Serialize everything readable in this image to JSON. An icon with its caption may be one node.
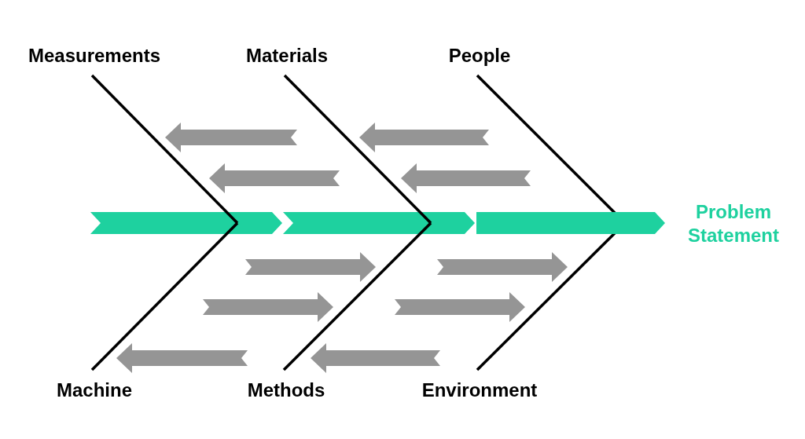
{
  "diagram": {
    "nodes": [
      {
        "text": [
          "Measurements"
        ]
      },
      {
        "text": [
          "Materials"
        ]
      },
      {
        "text": [
          "People"
        ]
      },
      {
        "text": [
          "Machine"
        ]
      },
      {
        "text": [
          "Methods"
        ]
      },
      {
        "text": [
          "Environment"
        ]
      },
      {
        "text": [
          "Problem Statement"
        ]
      },
      {
        "text": [],
        "shape": "bar"
      }
    ],
    "edges": [
      {
        "from": 0,
        "to": 7,
        "arrow": "none"
      },
      {
        "from": 1,
        "to": 7,
        "arrow": "none"
      },
      {
        "from": 2,
        "to": null,
        "arrow": "none"
      },
      {
        "from": 3,
        "to": 7,
        "arrow": "none"
      },
      {
        "from": 4,
        "to": 7,
        "arrow": "none"
      },
      {
        "from": 5,
        "to": null,
        "arrow": "none"
      },
      {
        "from": 7,
        "to": 6,
        "arrow": "to",
        "style": "thick",
        "color": "#1ed19f"
      }
    ]
  }
}
